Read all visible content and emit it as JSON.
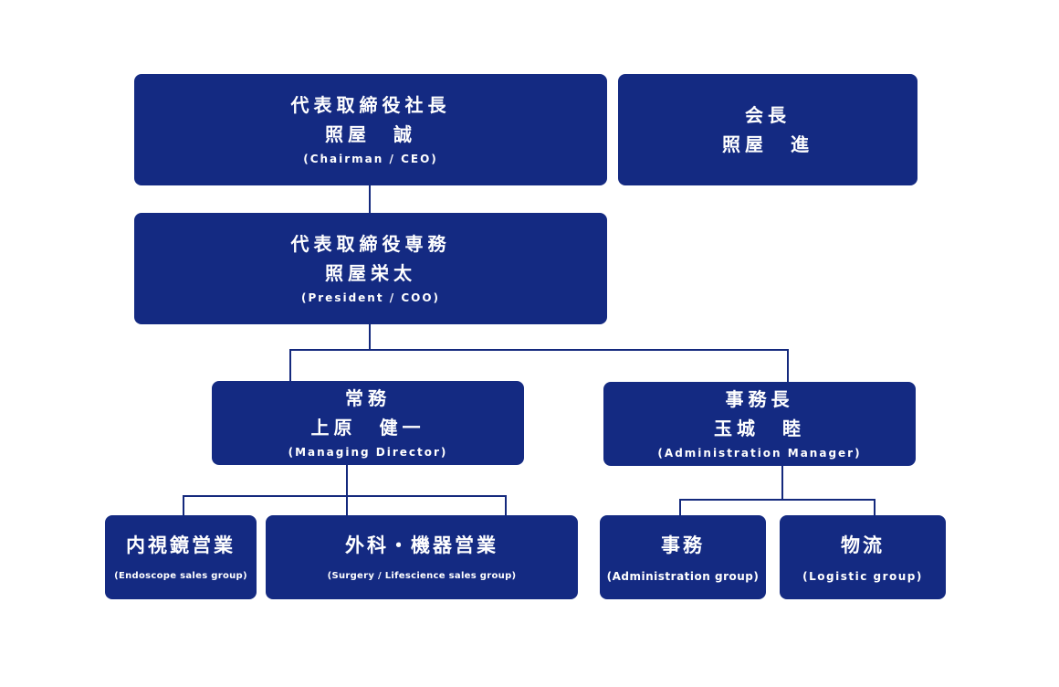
{
  "org": {
    "ceo": {
      "role": "代表取締役社長",
      "name": "照屋　誠",
      "english": "(Chairman / CEO)"
    },
    "chairman": {
      "role": "会長",
      "name": "照屋　進"
    },
    "president": {
      "role": "代表取締役専務",
      "name": "照屋栄太",
      "english": "(President / COO)"
    },
    "managing_director": {
      "role": "常務",
      "name": "上原　健一",
      "english": "(Managing Director)"
    },
    "admin_manager": {
      "role": "事務長",
      "name": "玉城　睦",
      "english": "(Administration Manager)"
    },
    "endoscope": {
      "name": "内視鏡営業",
      "english": "(Endoscope sales group)"
    },
    "surgery": {
      "name": "外科・機器営業",
      "english": "(Surgery / Lifescience sales group)"
    },
    "administration": {
      "name": "事務",
      "english": "(Administration group)"
    },
    "logistics": {
      "name": "物流",
      "english": "(Logistic group)"
    }
  },
  "colors": {
    "box": "#142a82",
    "line": "#14297d",
    "text": "#ffffff"
  }
}
